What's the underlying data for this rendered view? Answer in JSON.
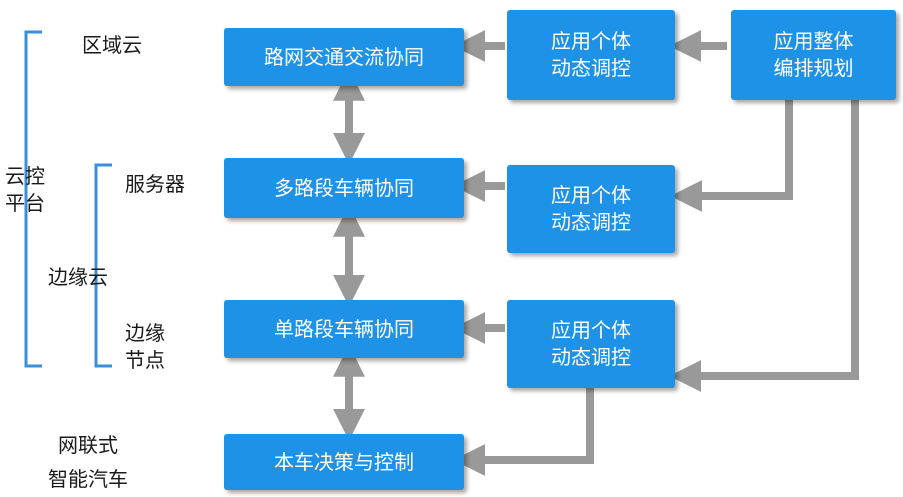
{
  "colors": {
    "box_fill": "#1e92e6",
    "box_text": "#ffffff",
    "arrow": "#999999",
    "bracket": "#3a8fd8",
    "label_text": "#1a1a1a"
  },
  "left_labels": {
    "region_cloud": "区域云",
    "cloud_platform": "云控\n平台",
    "server": "服务器",
    "edge_cloud": "边缘云",
    "edge_node": "边缘\n节点",
    "connected_vehicle": "网联式\n智能汽车"
  },
  "center_boxes": {
    "road_network": "路网交通交流协同",
    "multi_segment": "多路段车辆协同",
    "single_segment": "单路段车辆协同",
    "vehicle_control": "本车决策与控制"
  },
  "app_boxes": {
    "row1": "应用个体\n动态调控",
    "row2": "应用个体\n动态调控",
    "row3": "应用个体\n动态调控"
  },
  "orchestration_box": "应用整体\n编排规划"
}
